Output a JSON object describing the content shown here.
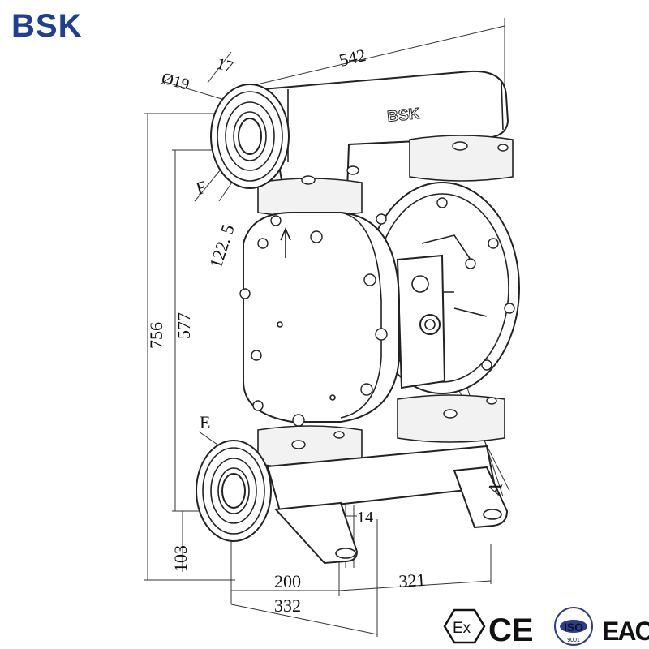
{
  "brand": {
    "logo_text": "BSK",
    "embossed_text": "BSK",
    "color": "#1f3f93"
  },
  "dimensions": {
    "overall_width": "542",
    "overall_height": "756",
    "inlet_outlet_span": "577",
    "flange_diameter": "Ø19",
    "flange_thickness": "17",
    "flange_pitch": "122. 5",
    "bottom_height": "103",
    "foot_width": "200",
    "base_depth": "332",
    "right_width": "321",
    "foot_slot": "14"
  },
  "callouts": {
    "e": "E",
    "f": "F",
    "a": "A"
  },
  "certifications": [
    {
      "name": "ex-mark",
      "text": "Ex"
    },
    {
      "name": "ce-mark",
      "text": "CE"
    },
    {
      "name": "iso-mark",
      "text": "ISO",
      "sub": "9001"
    },
    {
      "name": "eac-mark",
      "text": "EAC"
    }
  ]
}
